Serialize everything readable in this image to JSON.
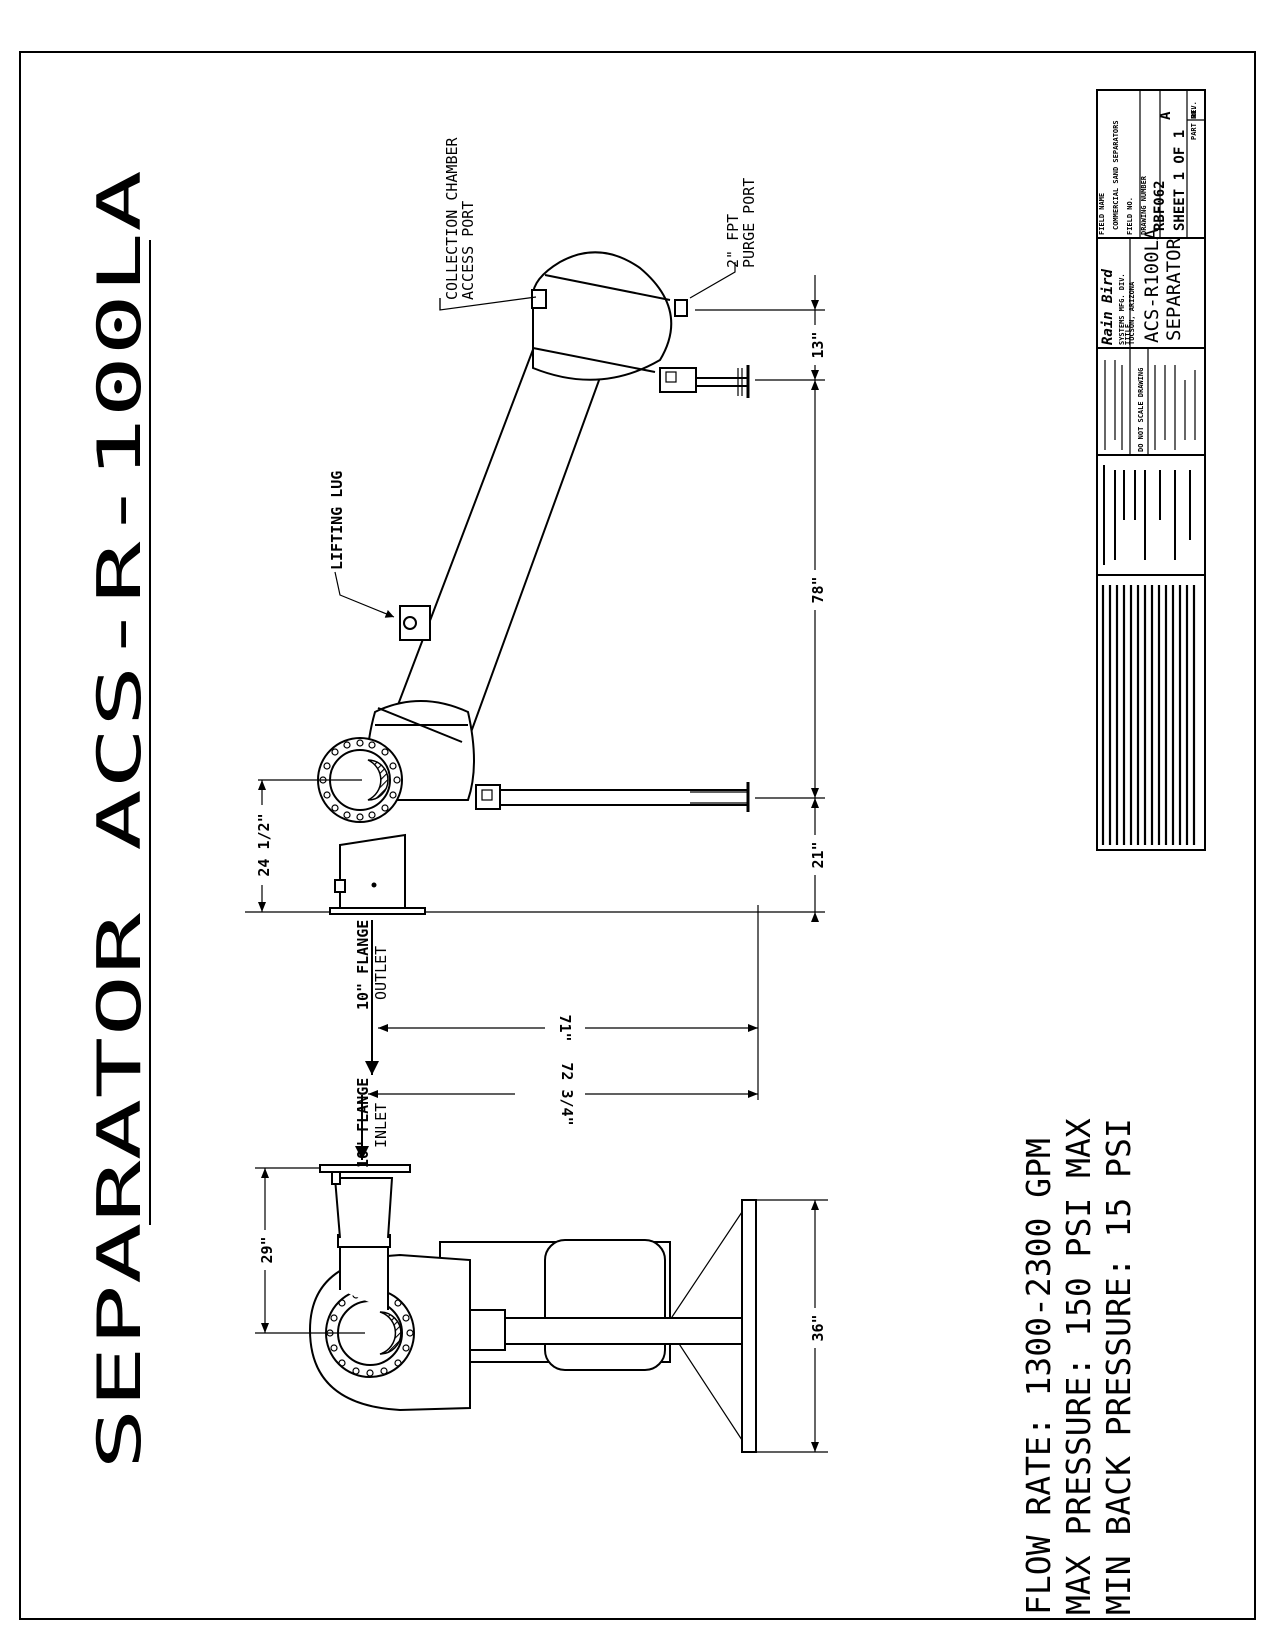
{
  "title": "SEPARATOR ACS-R-100LA",
  "specs": {
    "flow_rate": "FLOW RATE: 1300-2300 GPM",
    "max_pressure": "MAX PRESSURE: 150 PSI MAX",
    "min_back_pressure": "MIN BACK PRESSURE: 15 PSI"
  },
  "labels": {
    "collection_chamber_1": "COLLECTION CHAMBER",
    "collection_chamber_2": "ACCESS PORT",
    "purge_port_1": "2\" FPT",
    "purge_port_2": "PURGE PORT",
    "lifting_lug": "LIFTING LUG",
    "outlet_1": "10\" FLANGE",
    "outlet_2": "OUTLET",
    "inlet_1": "10\" FLANGE",
    "inlet_2": "INLET"
  },
  "dimensions": {
    "d_13": "13\"",
    "d_78": "78\"",
    "d_21": "21\"",
    "d_24_5": "24 1/2\"",
    "d_71": "71\"",
    "d_72_75": "72 3/4\"",
    "d_29": "29\"",
    "d_36": "36\""
  },
  "title_block": {
    "field_name_label": "FIELD NAME",
    "field_name": "COMMERCIAL SAND SEPARATORS",
    "field_no_label": "FIELD NO.",
    "drawing_number_label": "DRAWING NUMBER",
    "drawing_number": "RBF062",
    "rev": "A",
    "part_no_label": "PART NO.",
    "rev_label": "REV.",
    "sheet": "SHEET 1 OF 1",
    "company": "Rain Bird",
    "company_sub_1": "SYSTEMS MFG. DIV.",
    "company_sub_2": "TUCSON, ARIZONA",
    "title_label": "TITLE",
    "part_title_1": "ACS-R100LA",
    "part_title_2": "SEPARATOR",
    "no_scale": "DO NOT SCALE DRAWING"
  }
}
